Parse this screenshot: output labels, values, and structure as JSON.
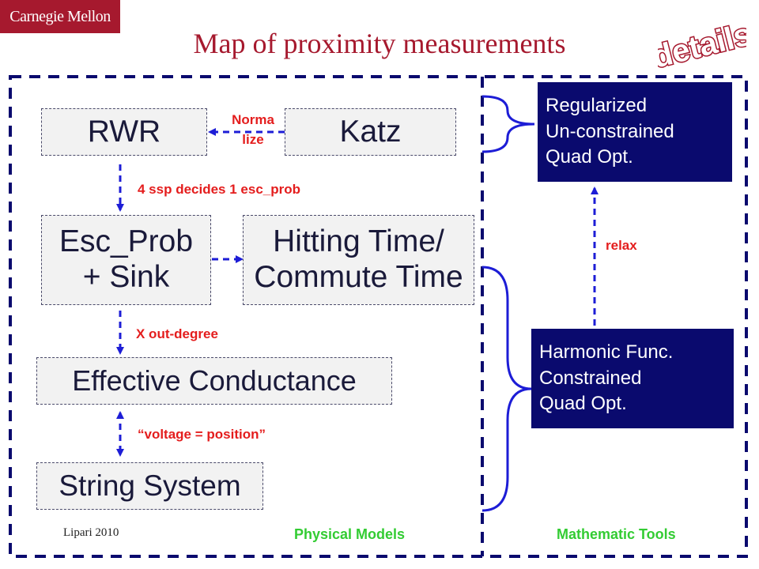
{
  "header": {
    "logo_text": "Carnegie Mellon",
    "title": "Map of proximity measurements",
    "stamp_text": "details"
  },
  "nodes": {
    "rwr": "RWR",
    "katz": "Katz",
    "esc_prob": "Esc_Prob\n+ Sink",
    "hitting_time": "Hitting Time/\nCommute Time",
    "effective_conductance": "Effective Conductance",
    "string_system": "String System",
    "regularized": "Regularized\nUn-constrained\nQuad Opt.",
    "harmonic": "Harmonic Func.\nConstrained\nQuad Opt."
  },
  "edge_labels": {
    "normalize": "Norma\nlize",
    "ssp": "4 ssp decides 1 esc_prob",
    "out_degree": "X out-degree",
    "voltage": "“voltage = position”",
    "relax": "relax"
  },
  "regions": {
    "physical": "Physical Models",
    "math": "Mathematic Tools"
  },
  "footer": {
    "text": "Lipari 2010"
  },
  "colors": {
    "brand_red": "#a6192e",
    "label_red": "#e41d1d",
    "arrow_blue": "#1d1dd6",
    "region_green": "#33cc33",
    "dark_box": "#0a0a6e"
  }
}
